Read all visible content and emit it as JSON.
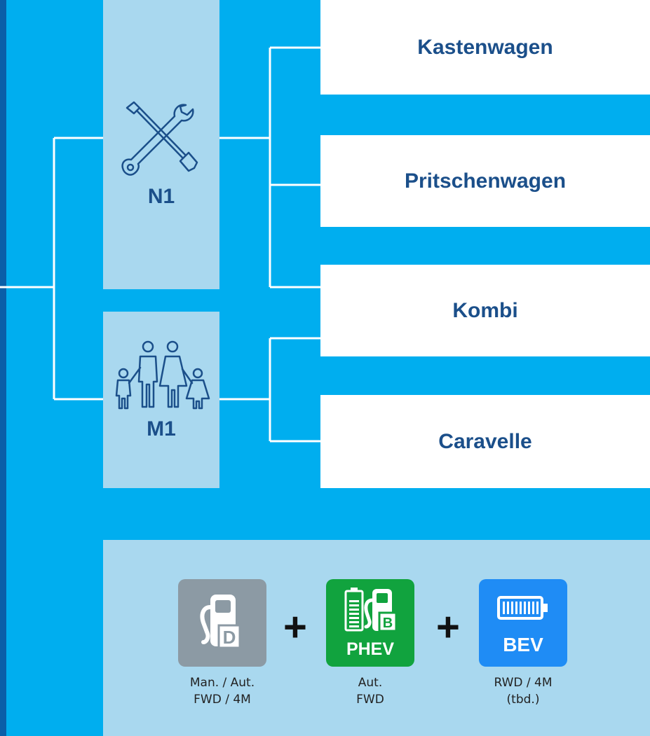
{
  "categories": [
    {
      "label": "N1",
      "icon": "tools-icon"
    },
    {
      "label": "M1",
      "icon": "family-icon"
    }
  ],
  "body_types": [
    "Kastenwagen",
    "Pritschenwagen",
    "Kombi",
    "Caravelle"
  ],
  "drivetrains": [
    {
      "icon": "diesel-pump-icon",
      "tile_text": "",
      "caption": [
        "Man. / Aut.",
        "FWD / 4M"
      ],
      "color": "#8c9aa4"
    },
    {
      "icon": "phev-pump-icon",
      "tile_text": "PHEV",
      "caption": [
        "Aut.",
        "FWD"
      ],
      "color": "#11a33e"
    },
    {
      "icon": "battery-icon",
      "tile_text": "BEV",
      "caption": [
        "RWD / 4M",
        "(tbd.)"
      ],
      "color": "#1f8cf5"
    }
  ],
  "plus_sign": "+",
  "colors": {
    "background": "#00aeef",
    "panel": "#a9d8ef",
    "text_dark_blue": "#1b4f8a",
    "edge": "#0a5fa8"
  }
}
